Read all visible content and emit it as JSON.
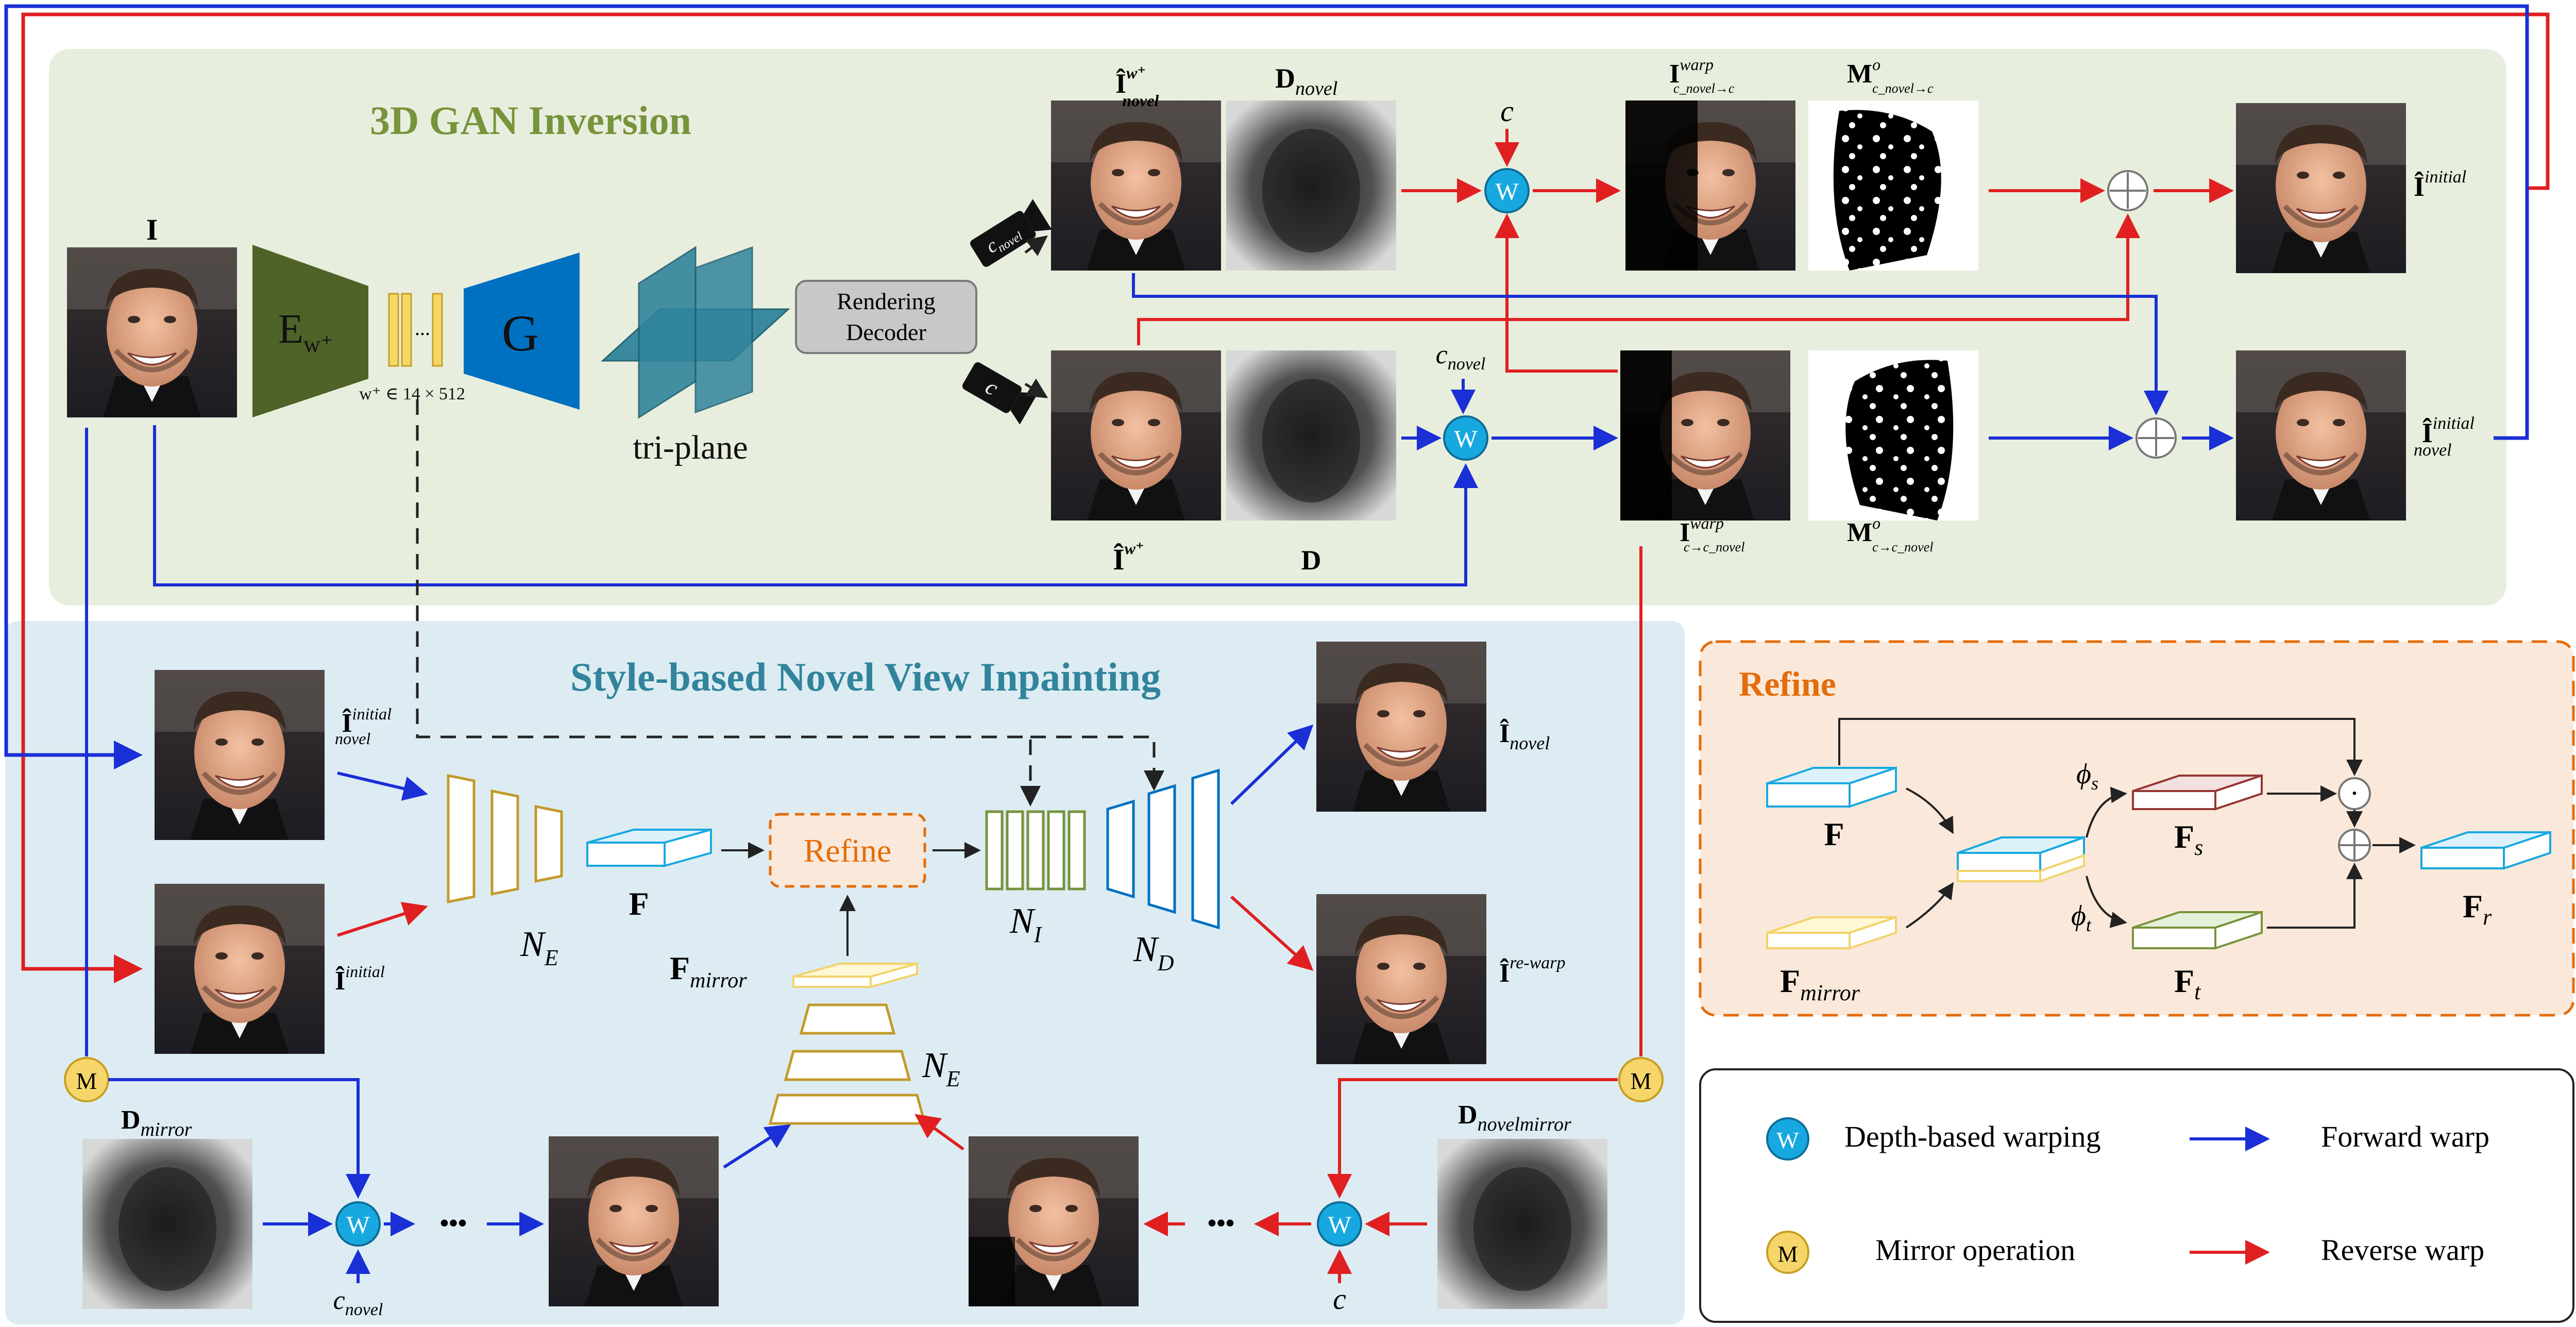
{
  "colors": {
    "gan_bg": "#e8eedd",
    "inpaint_bg": "#ddecf3",
    "refine_bg": "#fae9da",
    "forward": "#1a2fd6",
    "reverse": "#e02020",
    "warp_node": "#18a8e0",
    "mirror_node": "#f6d66a",
    "title_green": "#77933c",
    "title_teal": "#31849b",
    "title_orange": "#e46c0a",
    "encoder_green": "#4f6228",
    "generator_blue": "#0070c0",
    "triplane": "#31859c"
  },
  "sections": {
    "gan_title": "3D GAN Inversion",
    "inpaint_title": "Style-based Novel View Inpainting",
    "refine_title": "Refine"
  },
  "gan": {
    "input_label": "I",
    "encoder_label": "E",
    "encoder_sub": "w⁺",
    "latent_caption": "w⁺ ∈ 14 × 512",
    "latent_dots": "...",
    "generator_label": "G",
    "triplane_label": "tri-plane",
    "decoder_label_1": "Rendering",
    "decoder_label_2": "Decoder",
    "cam_novel": "c",
    "cam_novel_sub": "novel",
    "cam_orig": "c",
    "top_render_label": "Î",
    "top_render_sup": "w⁺",
    "top_render_sub": "novel",
    "top_depth_label": "D",
    "top_depth_sub": "novel",
    "bottom_render_label": "Î",
    "bottom_render_sup": "w⁺",
    "bottom_depth_label": "D",
    "c_top": "c",
    "c_novel_mid": "c",
    "c_novel_mid_sub": "novel",
    "warp_top_label": "I",
    "warp_top_sup": "warp",
    "warp_top_sub": "c_novel→c",
    "mask_top_label": "M",
    "mask_top_sup": "o",
    "mask_top_sub": "c_novel→c",
    "warp_bottom_label": "I",
    "warp_bottom_sup": "warp",
    "warp_bottom_sub": "c→c_novel",
    "mask_bottom_label": "M",
    "mask_bottom_sup": "o",
    "mask_bottom_sub": "c→c_novel",
    "out_top_label": "Î",
    "out_top_sup": "initial",
    "out_bottom_label": "Î",
    "out_bottom_sup": "initial",
    "out_bottom_sub": "novel"
  },
  "inpaint": {
    "in_top_label": "Î",
    "in_top_sup": "initial",
    "in_top_sub": "novel",
    "in_bottom_label": "Î",
    "in_bottom_sup": "initial",
    "ne_label": "N",
    "ne_sub": "E",
    "f_label": "F",
    "refine_box": "Refine",
    "ni_label": "N",
    "ni_sub": "I",
    "nd_label": "N",
    "nd_sub": "D",
    "fmirror_label": "F",
    "fmirror_sub": "mirror",
    "ne2_label": "N",
    "ne2_sub": "E",
    "out_top_label": "Î",
    "out_top_sub": "novel",
    "out_bottom_label": "Î",
    "out_bottom_sup": "re-warp",
    "dmirror_label": "D",
    "dmirror_sub": "mirror",
    "dnovelmirror_label": "D",
    "dnovelmirror_sub": "novelmirror",
    "c_novel_bottom": "c",
    "c_novel_bottom_sub": "novel",
    "c_bottom": "c",
    "dots": "•••"
  },
  "refine_panel": {
    "f_label": "F",
    "fmirror_label": "F",
    "fmirror_sub": "mirror",
    "fs_label": "F",
    "fs_sub": "s",
    "ft_label": "F",
    "ft_sub": "t",
    "fr_label": "F",
    "fr_sub": "r",
    "phi_s": "ϕ",
    "phi_s_sub": "s",
    "phi_t": "ϕ",
    "phi_t_sub": "t",
    "dot_op": "·",
    "plus_op": "+"
  },
  "nodes": {
    "warp": "W",
    "mirror": "M"
  },
  "legend": {
    "warp_text": "Depth-based warping",
    "mirror_text": "Mirror operation",
    "forward_text": "Forward warp",
    "reverse_text": "Reverse warp"
  }
}
